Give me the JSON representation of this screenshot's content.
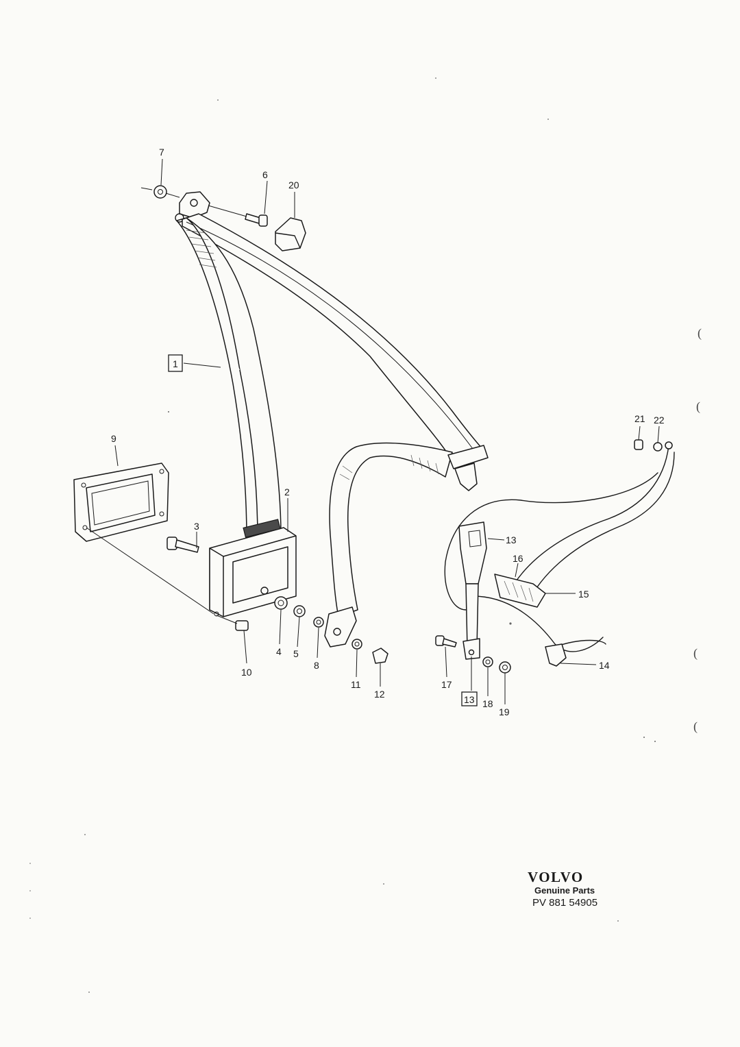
{
  "callouts": [
    {
      "id": "c7",
      "text": "7"
    },
    {
      "id": "c6",
      "text": "6"
    },
    {
      "id": "c20",
      "text": "20"
    },
    {
      "id": "c1",
      "text": "1",
      "boxed": true
    },
    {
      "id": "c9",
      "text": "9"
    },
    {
      "id": "c2",
      "text": "2"
    },
    {
      "id": "c3",
      "text": "3"
    },
    {
      "id": "c4",
      "text": "4"
    },
    {
      "id": "c5",
      "text": "5"
    },
    {
      "id": "c8",
      "text": "8"
    },
    {
      "id": "c10",
      "text": "10"
    },
    {
      "id": "c11",
      "text": "11"
    },
    {
      "id": "c12",
      "text": "12"
    },
    {
      "id": "c21",
      "text": "21"
    },
    {
      "id": "c22",
      "text": "22"
    },
    {
      "id": "c13a",
      "text": "13"
    },
    {
      "id": "c16",
      "text": "16"
    },
    {
      "id": "c15",
      "text": "15"
    },
    {
      "id": "c14",
      "text": "14"
    },
    {
      "id": "c17",
      "text": "17"
    },
    {
      "id": "c13b",
      "text": "13",
      "boxed": true
    },
    {
      "id": "c18",
      "text": "18"
    },
    {
      "id": "c19",
      "text": "19"
    }
  ],
  "footer": {
    "brand": "VOLVO",
    "subtitle": "Genuine Parts",
    "part_number": "PV 881 54905"
  },
  "margin_marks": [
    "(",
    "(",
    "(",
    "("
  ]
}
